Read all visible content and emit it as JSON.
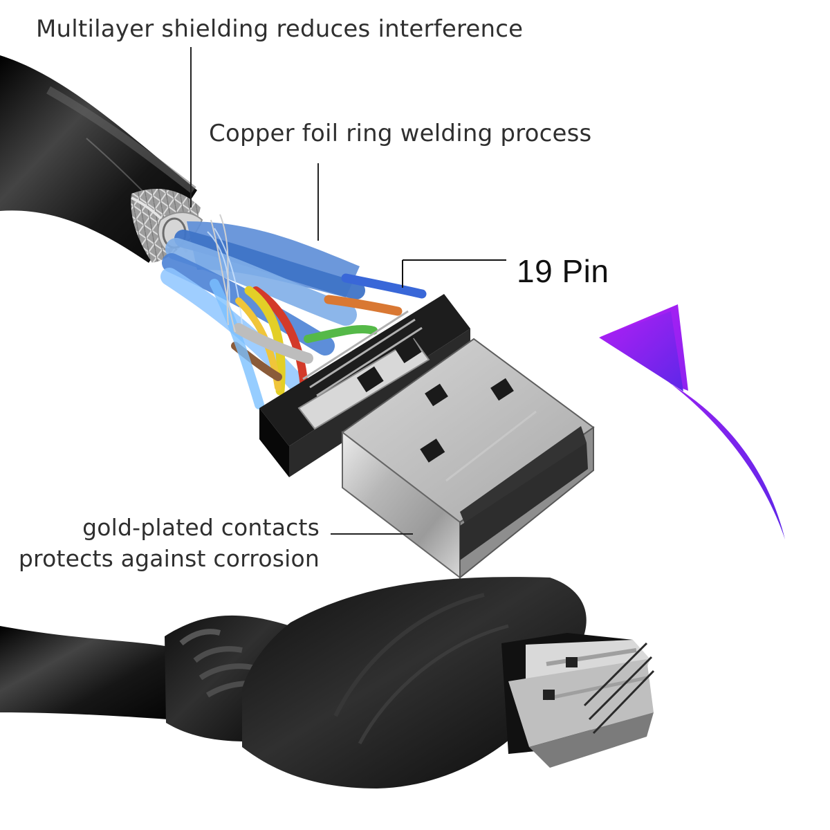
{
  "annotations": {
    "shielding": "Multilayer shielding reduces interference",
    "copper": "Copper foil ring welding process",
    "pins": "19 Pin",
    "gold_line1": "gold-plated contacts",
    "gold_line2": "protects against corrosion"
  },
  "colors": {
    "arrow_top": "#b31ff5",
    "arrow_bottom": "#5d27e8",
    "cable": "#1a1a1a",
    "shell": "#b9b9b9",
    "inner_wire_jacket": "#6f98d8"
  },
  "wire_colors": [
    "#3967d8",
    "#d97833",
    "#55b948",
    "#d33a2a",
    "#e3cf27",
    "#f0c53a",
    "#8a5b39",
    "#7cc0ff",
    "#bdbdbd"
  ],
  "icons": [
    "hdmi-connector-illustration",
    "curved-arrow-icon"
  ]
}
